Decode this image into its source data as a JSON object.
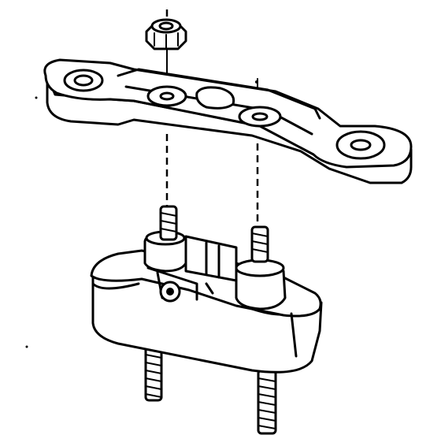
{
  "colors": {
    "line": "#000000",
    "background": "#ffffff"
  },
  "parts": {
    "nut": "hex-flange-nut",
    "bracket": "upper-bracket",
    "mount": "lower-mount",
    "studs": [
      "upper-stud-left",
      "upper-stud-right",
      "lower-stud-left",
      "lower-stud-right"
    ]
  }
}
